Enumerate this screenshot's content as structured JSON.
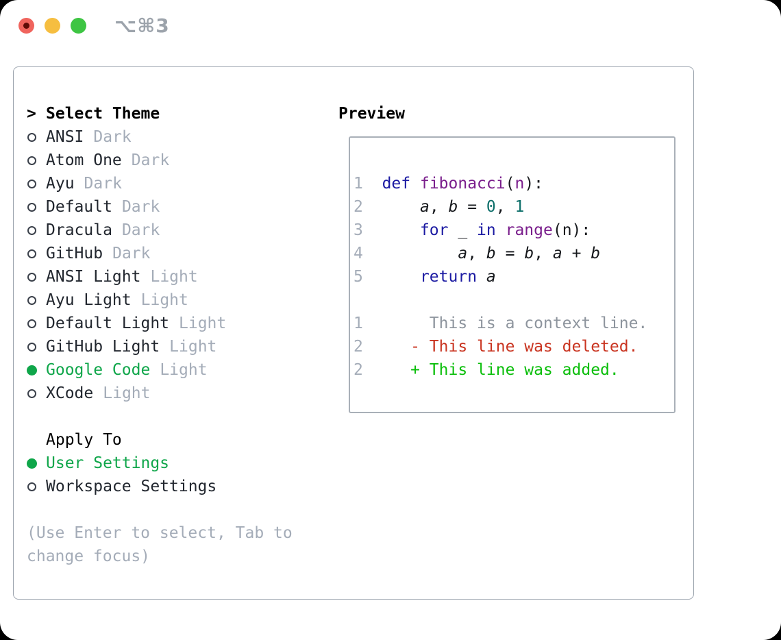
{
  "titlebar": {
    "shortcut": "⌥⌘3"
  },
  "colors": {
    "accent_green": "#0FA64A",
    "diff_added_green": "#0ABE0A",
    "diff_deleted_red": "#C93420",
    "keyword_blue": "#1B1AA2",
    "function_purple": "#7A1E8C",
    "number_teal": "#0D6F6A",
    "muted_gray": "#A4ACB8",
    "context_gray": "#8D949D",
    "text_dark": "#21262E",
    "panel_border": "#9DA5AF",
    "traffic_red": "#F0645D",
    "traffic_yellow": "#F6BE40",
    "traffic_green": "#3EC543"
  },
  "theme_panel": {
    "prompt": ">",
    "title": "Select Theme",
    "themes": [
      {
        "name": "ANSI",
        "variant": "Dark",
        "selected": false
      },
      {
        "name": "Atom One",
        "variant": "Dark",
        "selected": false
      },
      {
        "name": "Ayu",
        "variant": "Dark",
        "selected": false
      },
      {
        "name": "Default",
        "variant": "Dark",
        "selected": false
      },
      {
        "name": "Dracula",
        "variant": "Dark",
        "selected": false
      },
      {
        "name": "GitHub",
        "variant": "Dark",
        "selected": false
      },
      {
        "name": "ANSI Light",
        "variant": "Light",
        "selected": false
      },
      {
        "name": "Ayu Light",
        "variant": "Light",
        "selected": false
      },
      {
        "name": "Default Light",
        "variant": "Light",
        "selected": false
      },
      {
        "name": "GitHub Light",
        "variant": "Light",
        "selected": false
      },
      {
        "name": "Google Code",
        "variant": "Light",
        "selected": true
      },
      {
        "name": "XCode",
        "variant": "Light",
        "selected": false
      }
    ],
    "apply_to": {
      "title": "Apply To",
      "options": [
        {
          "label": "User Settings",
          "selected": true
        },
        {
          "label": "Workspace Settings",
          "selected": false
        }
      ]
    },
    "help_line1": "(Use Enter to select, Tab to",
    "help_line2": "change focus)"
  },
  "preview": {
    "title": "Preview",
    "code_lines": [
      {
        "num": "1",
        "segments": [
          {
            "t": "  "
          },
          {
            "t": "def"
          },
          {
            "t": " "
          },
          {
            "t": "fibonacci"
          },
          {
            "t": "("
          },
          {
            "t": "n"
          },
          {
            "t": "):"
          }
        ]
      },
      {
        "num": "2",
        "segments": [
          {
            "t": "      "
          },
          {
            "t": "a"
          },
          {
            "t": ", "
          },
          {
            "t": "b"
          },
          {
            "t": " = "
          },
          {
            "t": "0"
          },
          {
            "t": ", "
          },
          {
            "t": "1"
          }
        ]
      },
      {
        "num": "3",
        "segments": [
          {
            "t": "      "
          },
          {
            "t": "for"
          },
          {
            "t": " _ "
          },
          {
            "t": "in"
          },
          {
            "t": " "
          },
          {
            "t": "range"
          },
          {
            "t": "(n):"
          }
        ]
      },
      {
        "num": "4",
        "segments": [
          {
            "t": "          "
          },
          {
            "t": "a"
          },
          {
            "t": ", "
          },
          {
            "t": "b"
          },
          {
            "t": " = "
          },
          {
            "t": "b"
          },
          {
            "t": ", "
          },
          {
            "t": "a"
          },
          {
            "t": " + "
          },
          {
            "t": "b"
          }
        ]
      },
      {
        "num": "5",
        "segments": [
          {
            "t": "      "
          },
          {
            "t": "return"
          },
          {
            "t": " "
          },
          {
            "t": "a"
          }
        ]
      }
    ],
    "diff_lines": [
      {
        "num": "1",
        "text": "       This is a context line."
      },
      {
        "num": "2",
        "text": "     - This line was deleted."
      },
      {
        "num": "2",
        "text": "     + This line was added."
      }
    ]
  }
}
